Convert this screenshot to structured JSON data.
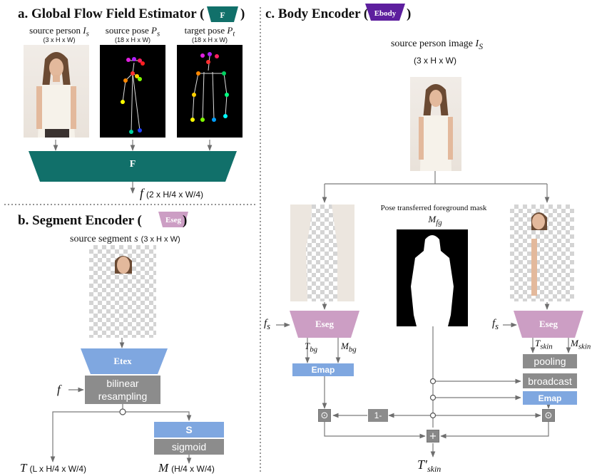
{
  "panel_a": {
    "title": "a. Global Flow Field Estimator (",
    "title_close": ")",
    "badge": "F",
    "src_person_label": "source person ",
    "src_person_var": "I",
    "src_person_sub": "s",
    "src_person_dim": "(3 x H x W)",
    "src_pose_label": "source pose ",
    "src_pose_var": "P",
    "src_pose_sub": "s",
    "src_pose_dim": "(18 x H x W)",
    "tgt_pose_label": "target pose ",
    "tgt_pose_var": "P",
    "tgt_pose_sub": "t",
    "tgt_pose_dim": "(18 x H x W)",
    "block_label": "F",
    "output_var": "f",
    "output_dim": "(2 x H/4 x W/4)"
  },
  "panel_b": {
    "title": "b. Segment Encoder (",
    "title_close": ")",
    "badge": "Eseg",
    "segment_label": "source segment ",
    "segment_var": "s",
    "segment_dim": "(3 x H x W)",
    "etex": "Etex",
    "bilinear_1": "bilinear",
    "bilinear_2": "resampling",
    "f_input": "f",
    "s_block": "S",
    "sigmoid": "sigmoid",
    "out_t_var": "T",
    "out_t_dim": "(L x H/4 x W/4)",
    "out_m_var": "M",
    "out_m_dim": "(H/4 x W/4)"
  },
  "panel_c": {
    "title": "c. Body Encoder (",
    "title_close": ")",
    "badge": "Ebody",
    "src_image_label": "source person image ",
    "src_image_var": "I",
    "src_image_sub": "S",
    "src_image_dim": "(3 x H x W)",
    "mask_label": "Pose transferred foreground mask",
    "mask_var": "M",
    "mask_sub": "fg",
    "fs_left": "f",
    "fs_left_sub": "s",
    "fs_right": "f",
    "fs_right_sub": "s",
    "eseg_left": "Eseg",
    "eseg_right": "Eseg",
    "tbg": "T",
    "tbg_sub": "bg",
    "mbg": "M",
    "mbg_sub": "bg",
    "tskin": "T",
    "tskin_sub": "skin",
    "mskin": "M",
    "mskin_sub": "skin",
    "emap_left": "Emap",
    "emap_right": "Emap",
    "pooling": "pooling",
    "broadcast": "broadcast",
    "one_minus": "1-",
    "odot": "⊙",
    "plus": "+",
    "output_var": "T′",
    "output_sub": "skin"
  },
  "colors": {
    "teal": "#11706a",
    "pink": "#cc9ec4",
    "blue": "#7fa7e0",
    "gray": "#8c8c8c",
    "purple": "#5d1f9e"
  }
}
